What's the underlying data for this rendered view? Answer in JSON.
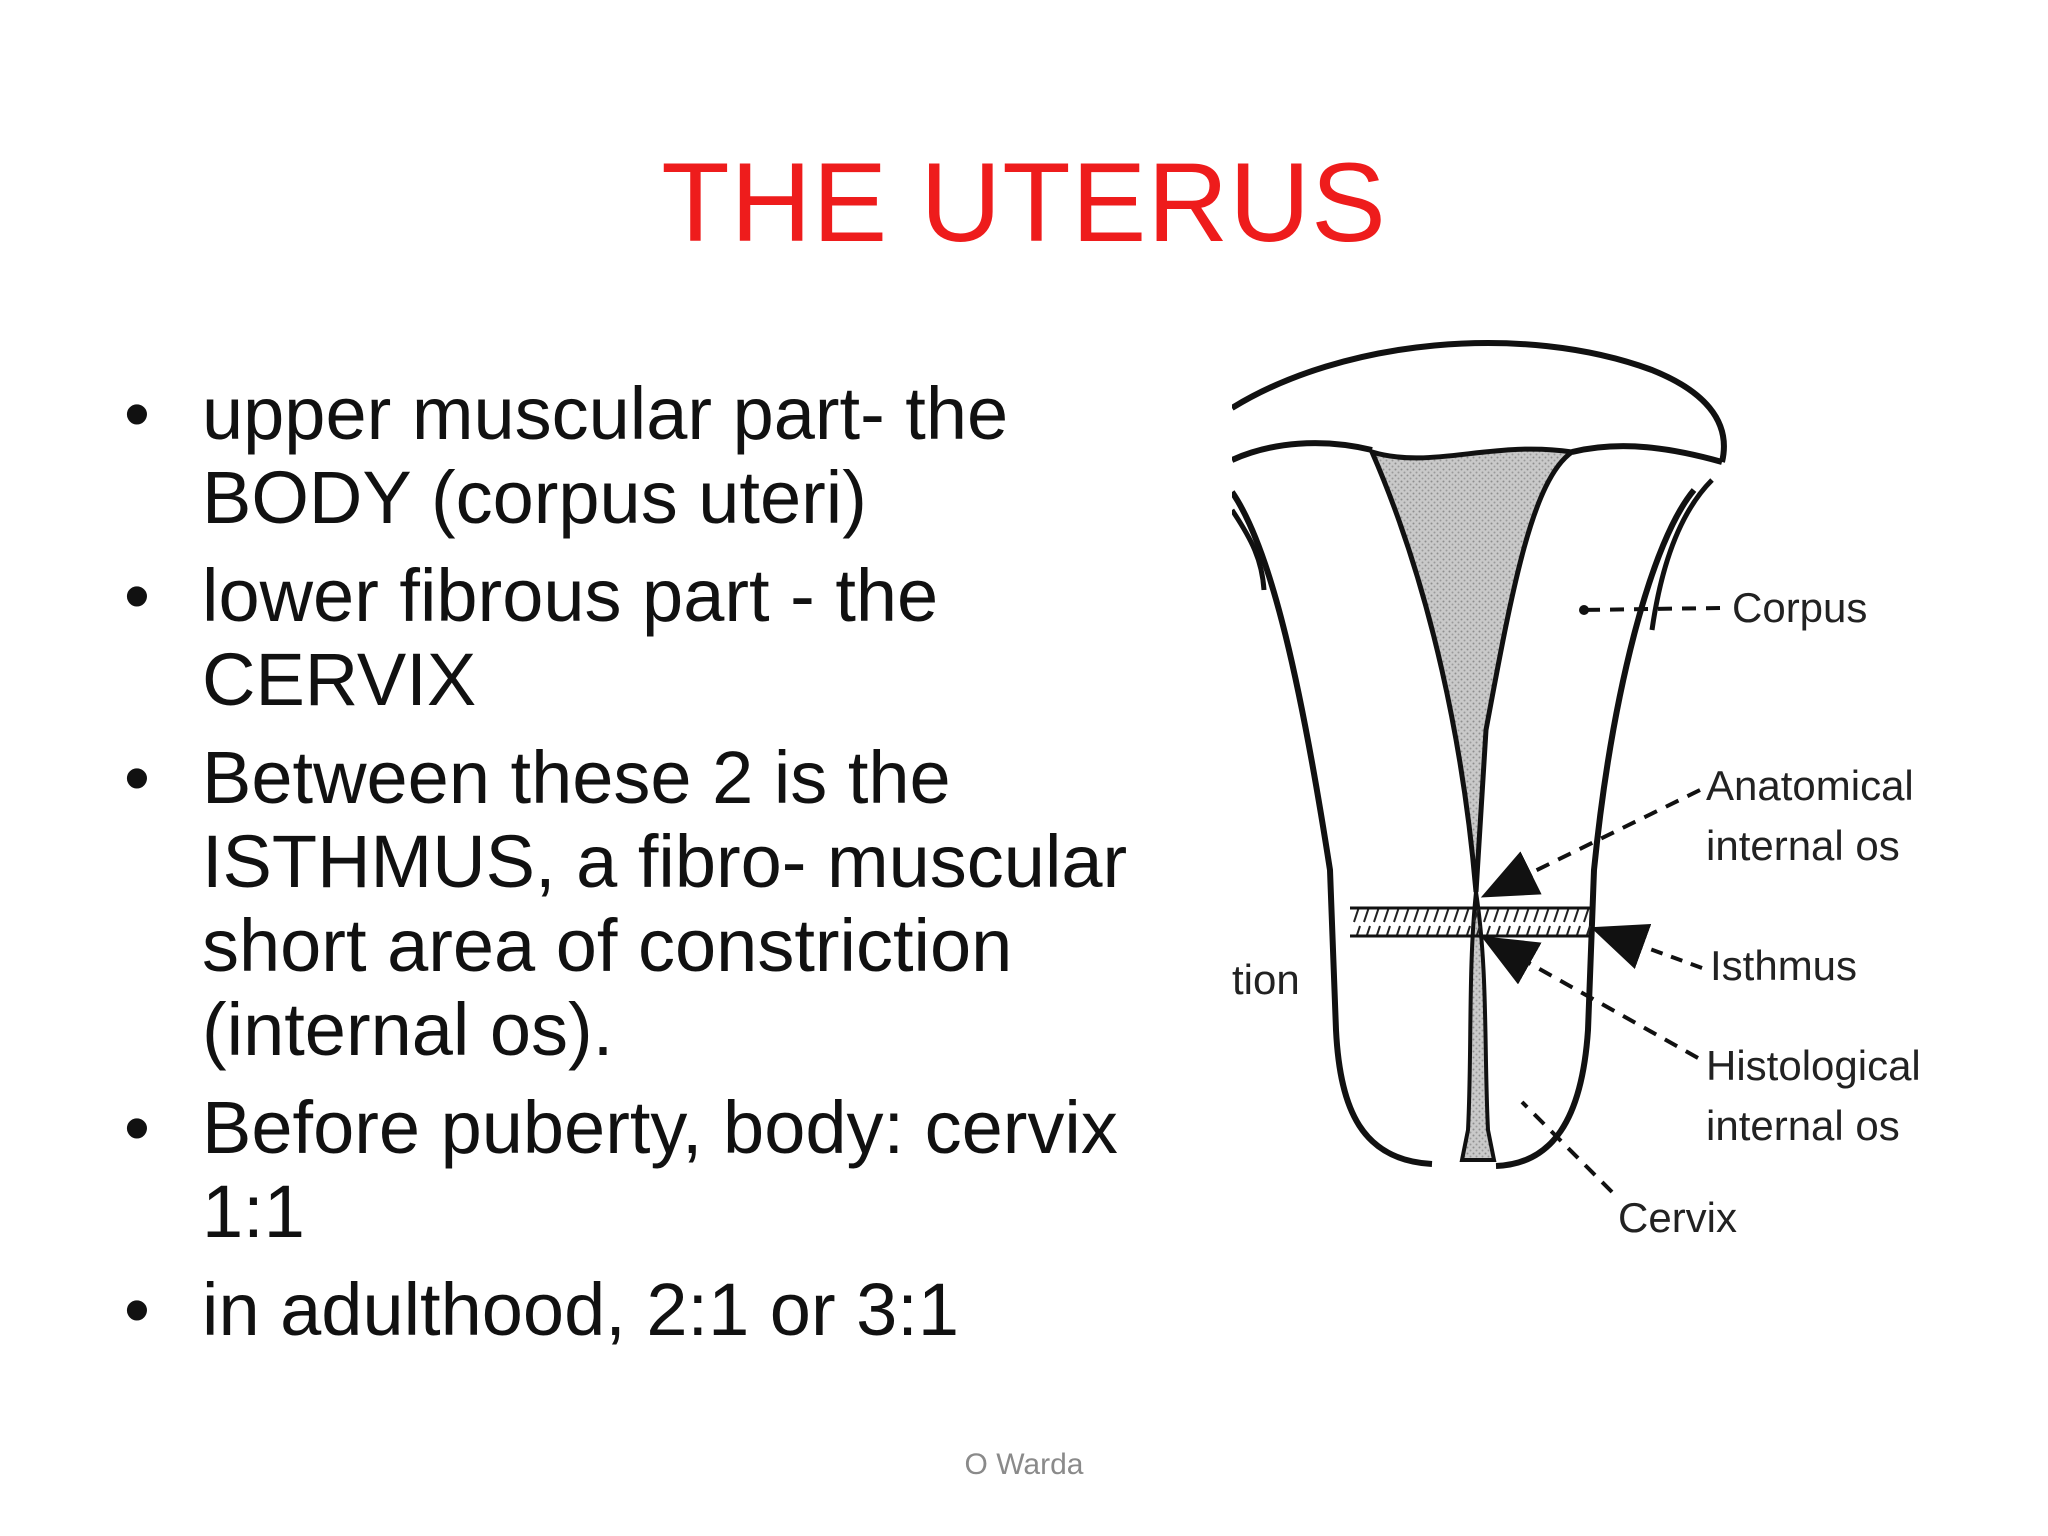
{
  "slide": {
    "title": "THE UTERUS",
    "title_color": "#ee1c1c",
    "bullets": [
      "upper muscular part- the BODY (corpus uteri)",
      "lower fibrous part - the CERVIX",
      "Between these 2 is the ISTHMUS, a fibro- muscular short area of constriction (internal os).",
      "Before puberty, body: cervix 1:1",
      "in adulthood, 2:1 or 3:1"
    ],
    "footer": "O Warda"
  },
  "diagram": {
    "labels": {
      "corpus": "Corpus",
      "anatomical_line1": "Anatomical",
      "anatomical_line2": "internal os",
      "isthmus": "Isthmus",
      "histological_line1": "Histological",
      "histological_line2": "internal os",
      "cervix": "Cervix",
      "cut_off_text": "tion"
    }
  }
}
